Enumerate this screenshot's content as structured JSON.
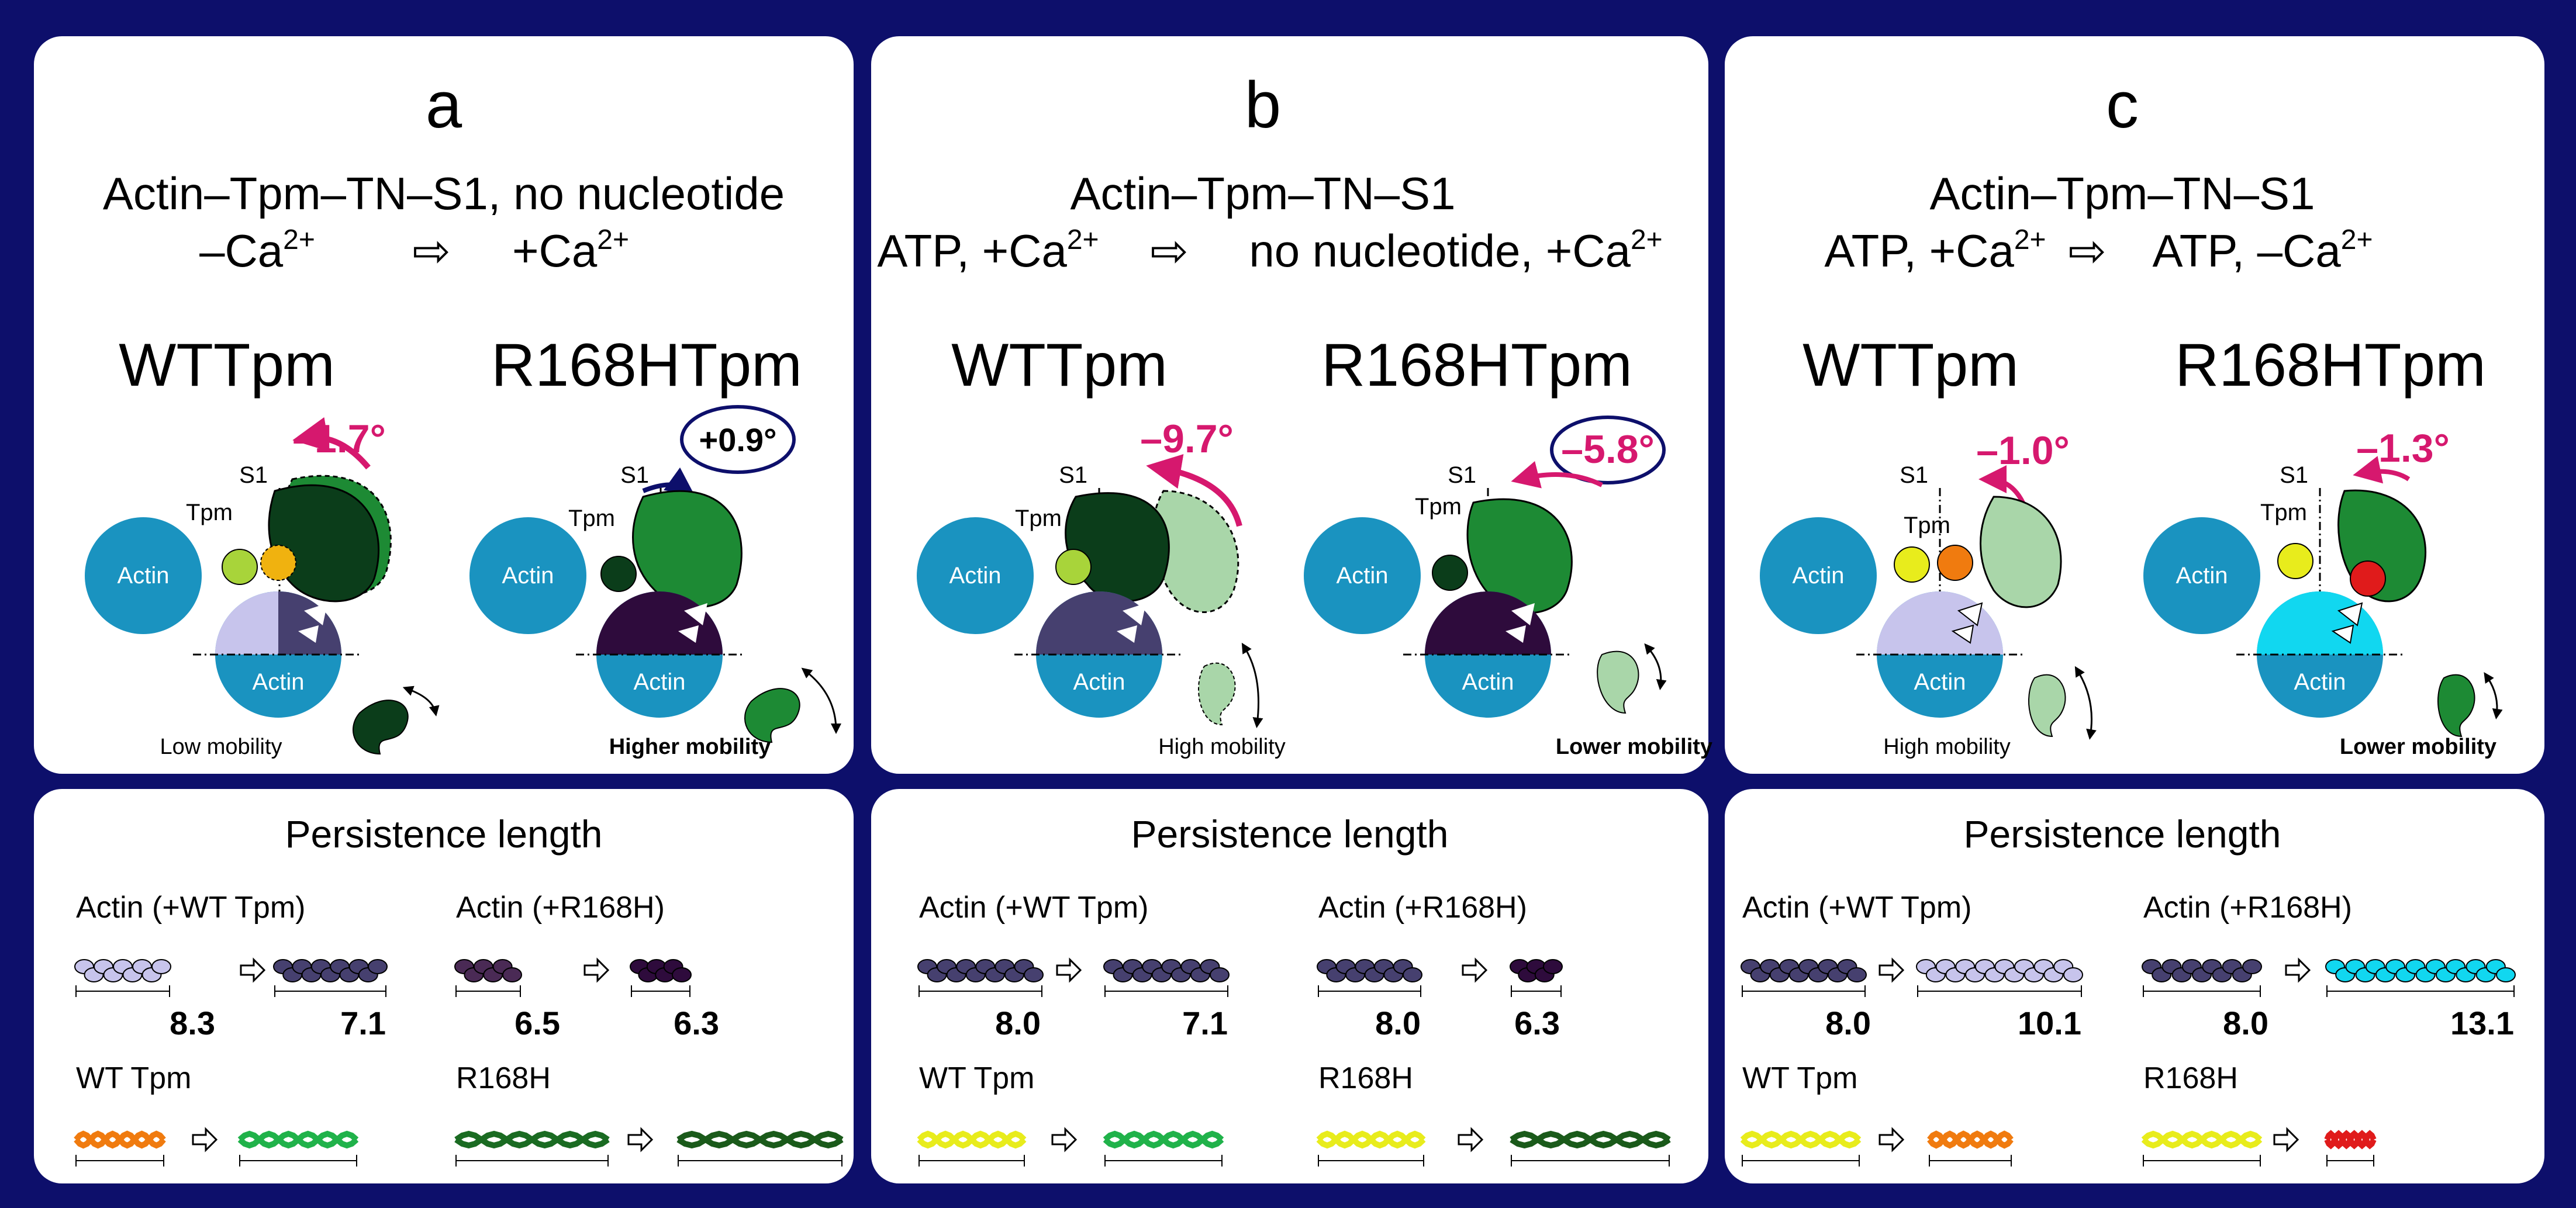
{
  "colors": {
    "frame": "#0d0f6b",
    "actin": "#1a93c0",
    "angle": "#d6186e",
    "ellipse": "#0d0f6b",
    "s1_dark": "#0b3d1a",
    "s1_mid": "#1d8a34",
    "s1_light": "#a9d6a9",
    "tpm_yellow": "#e8ec1c",
    "tpm_lime": "#a8d43a",
    "tpm_orange": "#f07b0f",
    "tpm_red": "#e01b1b",
    "sector_lavender": "#c7c4ec",
    "sector_slate": "#46406f",
    "sector_purple": "#2e0b3c",
    "sector_cyan": "#11d7f0"
  },
  "panels": [
    {
      "letter": "a",
      "title_line1": "Actin–Tpm–TN–S1, no nucleotide",
      "title_line2_left": "–Ca",
      "title_line2_left_sup": "2+",
      "arrow_symbol": "⇨",
      "title_line2_right": "+Ca",
      "title_line2_right_sup": "2+",
      "left": {
        "name": "WTTpm",
        "angle": "–1.7°",
        "angle_boxed": false,
        "s1_label": "S1",
        "tpm_label": "Tpm",
        "actin_upper_label": "Actin",
        "actin_lower_label": "Actin",
        "mobility": "Low mobility",
        "mobility_bold": false
      },
      "right": {
        "name": "R168HTpm",
        "angle": "+0.9°",
        "angle_boxed": true,
        "s1_label": "S1",
        "tpm_label": "Tpm",
        "actin_upper_label": "Actin",
        "actin_lower_label": "Actin",
        "mobility": "Higher mobility",
        "mobility_bold": true
      },
      "persistence": {
        "title": "Persistence length",
        "actin_wt_label": "Actin (+WT Tpm)",
        "actin_wt_values": [
          "8.3",
          "7.1"
        ],
        "actin_r168h_label": "Actin (+R168H)",
        "actin_r168h_values": [
          "6.5",
          "6.3"
        ],
        "tpm_wt_label": "WT Tpm",
        "tpm_r168h_label": "R168H"
      }
    },
    {
      "letter": "b",
      "title_line1": "Actin–Tpm–TN–S1",
      "title_line2_left": "ATP, +Ca",
      "title_line2_left_sup": "2+",
      "arrow_symbol": "⇨",
      "title_line2_right": "no nucleotide, +Ca",
      "title_line2_right_sup": "2+",
      "left": {
        "name": "WTTpm",
        "angle": "–9.7°",
        "angle_boxed": false,
        "s1_label": "S1",
        "tpm_label": "Tpm",
        "actin_upper_label": "Actin",
        "actin_lower_label": "Actin",
        "mobility": "High mobility",
        "mobility_bold": false
      },
      "right": {
        "name": "R168HTpm",
        "angle": "–5.8°",
        "angle_boxed": true,
        "s1_label": "S1",
        "tpm_label": "Tpm",
        "actin_upper_label": "Actin",
        "actin_lower_label": "Actin",
        "mobility": "Lower mobility",
        "mobility_bold": true
      },
      "persistence": {
        "title": "Persistence length",
        "actin_wt_label": "Actin (+WT Tpm)",
        "actin_wt_values": [
          "8.0",
          "7.1"
        ],
        "actin_r168h_label": "Actin (+R168H)",
        "actin_r168h_values": [
          "8.0",
          "6.3"
        ],
        "tpm_wt_label": "WT Tpm",
        "tpm_r168h_label": "R168H"
      }
    },
    {
      "letter": "c",
      "title_line1": "Actin–Tpm–TN–S1",
      "title_line2_left": "ATP, +Ca",
      "title_line2_left_sup": "2+",
      "arrow_symbol": "⇨",
      "title_line2_right": "ATP, –Ca",
      "title_line2_right_sup": "2+",
      "left": {
        "name": "WTTpm",
        "angle": "–1.0°",
        "angle_boxed": false,
        "s1_label": "S1",
        "tpm_label": "Tpm",
        "actin_upper_label": "Actin",
        "actin_lower_label": "Actin",
        "mobility": "High mobility",
        "mobility_bold": false
      },
      "right": {
        "name": "R168HTpm",
        "angle": "–1.3°",
        "angle_boxed": false,
        "s1_label": "S1",
        "tpm_label": "Tpm",
        "actin_upper_label": "Actin",
        "actin_lower_label": "Actin",
        "mobility": "Lower mobility",
        "mobility_bold": true
      },
      "persistence": {
        "title": "Persistence length",
        "actin_wt_label": "Actin (+WT Tpm)",
        "actin_wt_values": [
          "8.0",
          "10.1"
        ],
        "actin_r168h_label": "Actin (+R168H)",
        "actin_r168h_values": [
          "8.0",
          "13.1"
        ],
        "tpm_wt_label": "WT Tpm",
        "tpm_r168h_label": "R168H"
      }
    }
  ]
}
